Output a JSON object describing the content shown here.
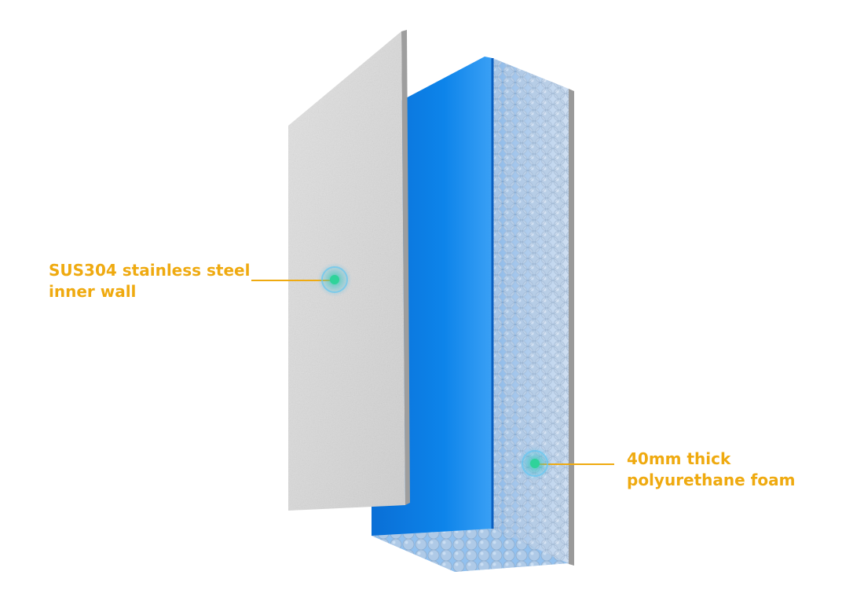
{
  "callouts": {
    "steel": {
      "line1": "SUS304 stainless steel",
      "line2": "inner wall"
    },
    "foam": {
      "line1": "40mm thick",
      "line2": "polyurethane foam"
    }
  },
  "colors": {
    "accent": "#EFAA10",
    "marker": "#2FD39A",
    "panel_blue": "#0A78DC",
    "steel_gray": "#D6D6D6"
  },
  "icons": {
    "steel_marker": "hotspot-icon",
    "foam_marker": "hotspot-icon"
  }
}
